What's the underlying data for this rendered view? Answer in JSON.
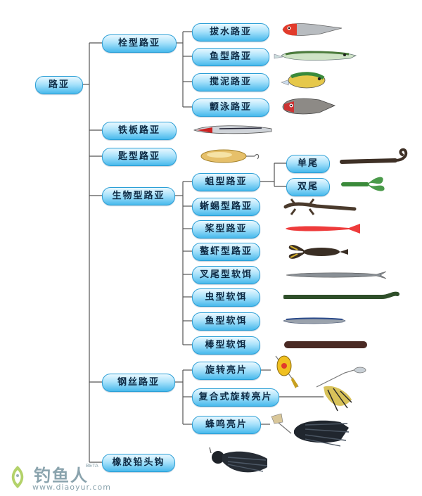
{
  "diagram": {
    "root": "路亚",
    "categories": [
      {
        "label": "栓型路亚",
        "children": [
          "拔水路亚",
          "鱼型路亚",
          "搅泥路亚",
          "颤泳路亚"
        ]
      },
      {
        "label": "铁板路亚"
      },
      {
        "label": "匙型路亚"
      },
      {
        "label": "生物型路亚",
        "children": [
          "蛆型路亚",
          "蜥蜴型路亚",
          "桨型路亚",
          "螯虾型路亚",
          "叉尾型软饵",
          "虫型软饵",
          "鱼型软饵",
          "棒型软饵"
        ],
        "grubs": [
          "单尾",
          "双尾"
        ]
      },
      {
        "label": "钢丝路亚",
        "children": [
          "旋转亮片",
          "复合式旋转亮片",
          "蜂鸣亮片"
        ]
      },
      {
        "label": "橡胶铅头钩"
      }
    ]
  },
  "watermark": {
    "site": "钓鱼人",
    "badge": "BETA",
    "url": "www.diaoyur.com"
  },
  "colors": {
    "pill_top": "#eaf8ff",
    "pill_bottom": "#48b9ec",
    "line": "#555555"
  }
}
